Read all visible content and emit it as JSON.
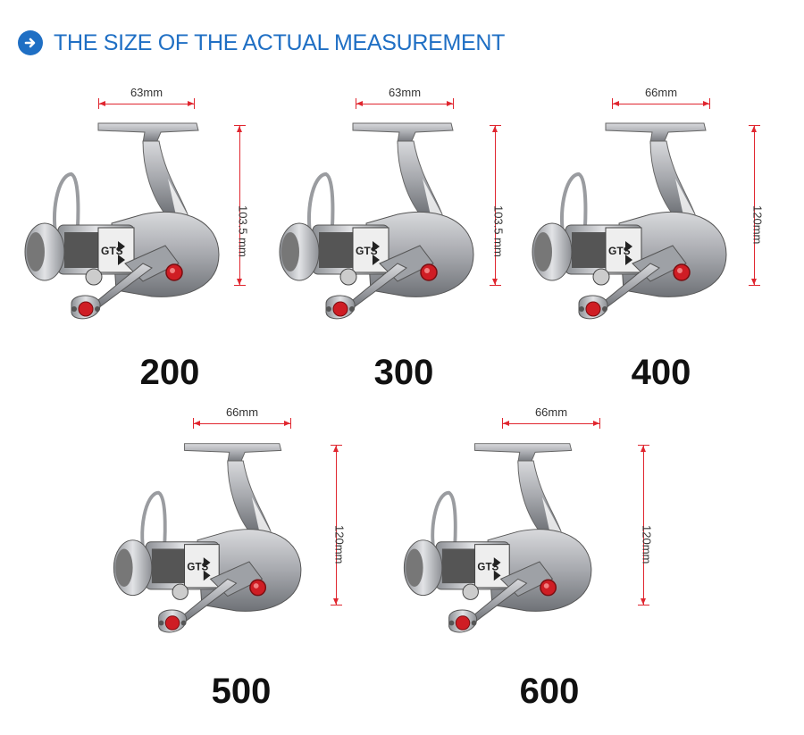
{
  "header": {
    "title": "THE SIZE OF THE ACTUAL MEASUREMENT",
    "icon": "arrow-right-circle-icon",
    "accent_color": "#1f6fc4"
  },
  "dimension_color": "#e0262f",
  "reels": [
    {
      "model": "200",
      "width_label": "63mm",
      "height_label": "103.5 mm"
    },
    {
      "model": "300",
      "width_label": "63mm",
      "height_label": "103.5 mm"
    },
    {
      "model": "400",
      "width_label": "66mm",
      "height_label": "120mm"
    },
    {
      "model": "500",
      "width_label": "66mm",
      "height_label": "120mm"
    },
    {
      "model": "600",
      "width_label": "66mm",
      "height_label": "120mm"
    }
  ]
}
